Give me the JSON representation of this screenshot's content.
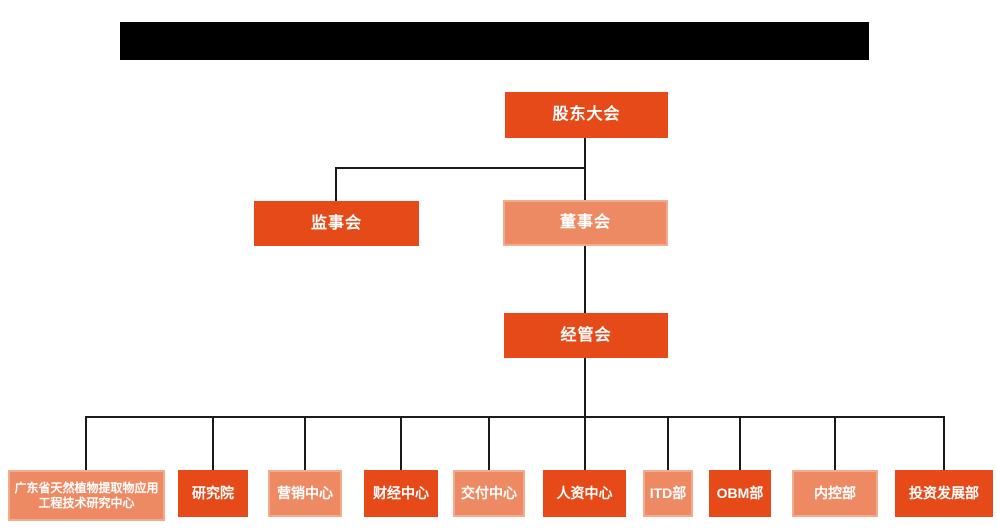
{
  "banner": {
    "text": "",
    "color": "#000000"
  },
  "colors": {
    "primary": "#e64a19",
    "secondary": "#ee8a63",
    "secondary_border": "#f4ab8d",
    "line": "#1a1a1a",
    "text": "#ffffff",
    "background": "#ffffff"
  },
  "org_chart": {
    "type": "organization-hierarchy",
    "nodes": {
      "root": {
        "label": "股东大会",
        "variant": "primary"
      },
      "level2": [
        {
          "label": "监事会",
          "variant": "primary"
        },
        {
          "label": "董事会",
          "variant": "secondary"
        }
      ],
      "level3": [
        {
          "label": "经管会",
          "variant": "primary"
        }
      ],
      "departments": [
        {
          "label": "广东省天然植物提取物应用工程技术研究中心",
          "variant": "secondary"
        },
        {
          "label": "研究院",
          "variant": "primary"
        },
        {
          "label": "营销中心",
          "variant": "secondary"
        },
        {
          "label": "财经中心",
          "variant": "primary"
        },
        {
          "label": "交付中心",
          "variant": "secondary"
        },
        {
          "label": "人资中心",
          "variant": "primary"
        },
        {
          "label": "ITD部",
          "variant": "secondary"
        },
        {
          "label": "OBM部",
          "variant": "primary"
        },
        {
          "label": "内控部",
          "variant": "secondary"
        },
        {
          "label": "投资发展部",
          "variant": "primary"
        }
      ]
    }
  }
}
